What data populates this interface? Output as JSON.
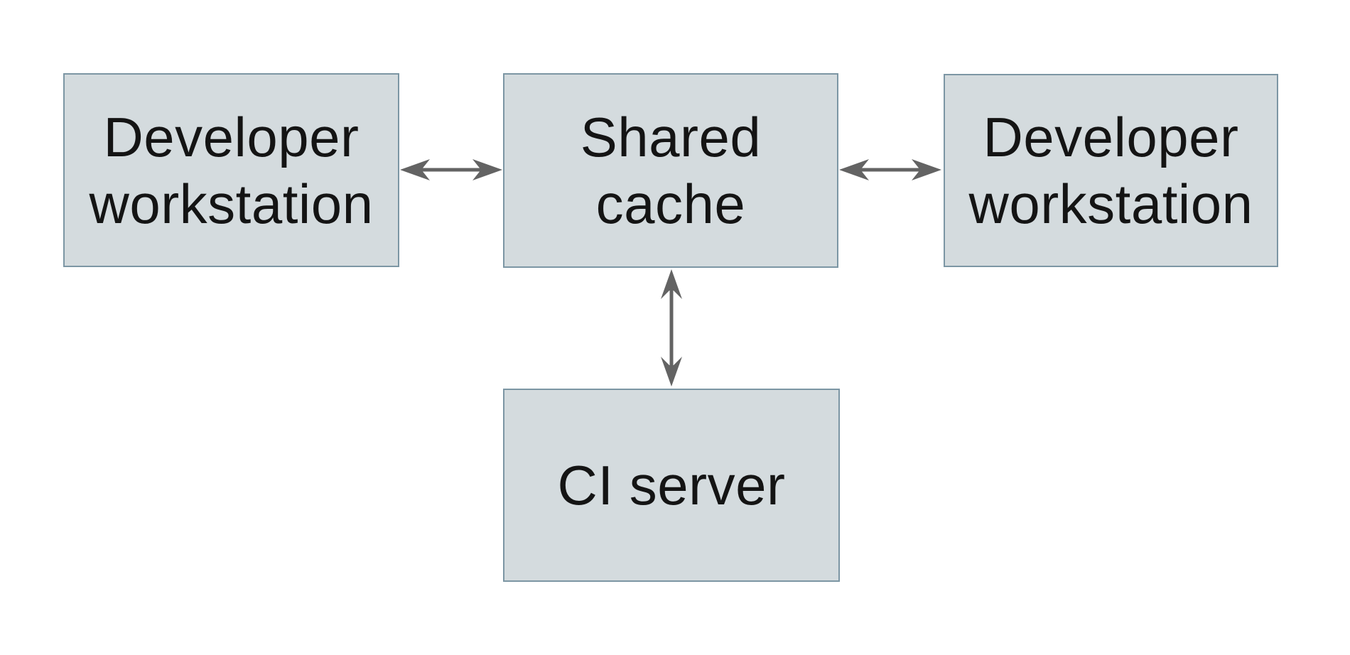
{
  "colors": {
    "background": "#ffffff",
    "node_fill": "#d4dbde",
    "node_border": "#7c96a4",
    "arrow_color": "#636363",
    "text_color": "#141414"
  },
  "diagram": {
    "type": "architecture-diagram",
    "nodes": {
      "dev_left": {
        "line1": "Developer",
        "line2": "workstation"
      },
      "cache": {
        "line1": "Shared",
        "line2": "cache"
      },
      "dev_right": {
        "line1": "Developer",
        "line2": "workstation"
      },
      "ci": {
        "line1": "CI server"
      }
    },
    "edges": [
      {
        "from": "developer-workstation-left",
        "to": "shared-cache",
        "direction": "bidirectional"
      },
      {
        "from": "shared-cache",
        "to": "developer-workstation-right",
        "direction": "bidirectional"
      },
      {
        "from": "shared-cache",
        "to": "ci-server",
        "direction": "bidirectional"
      }
    ]
  }
}
